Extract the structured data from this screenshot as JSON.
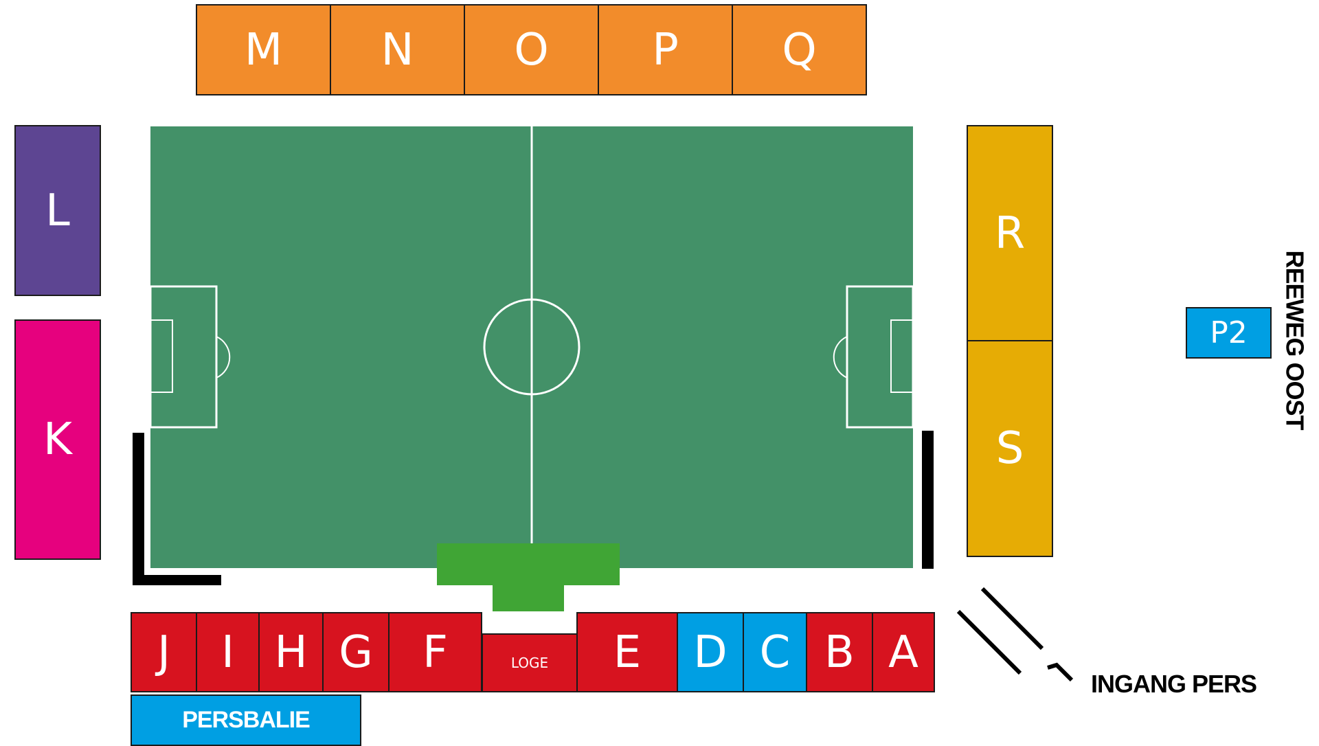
{
  "colors": {
    "north": "#f28c2b",
    "west_l": "#5d4592",
    "west_k": "#e6017e",
    "east": "#e6ac05",
    "main": "#d7131f",
    "press": "#009fe3",
    "pitch": "#439168",
    "bench": "#40a535",
    "lines": "#ffffff"
  },
  "stands": {
    "north": [
      "M",
      "N",
      "O",
      "P",
      "Q"
    ],
    "west_top": "L",
    "west_bottom": "K",
    "east_top": "R",
    "east_bottom": "S",
    "main": {
      "left": [
        "J",
        "I",
        "H",
        "G",
        "F"
      ],
      "loge": "LOGE",
      "right": [
        "E",
        "D",
        "C",
        "B",
        "A"
      ],
      "press_sections": [
        "D",
        "C"
      ]
    }
  },
  "parking": "P2",
  "press_desk": "PERSBALIE",
  "road": "REEWEG OOST",
  "press_entrance": "INGANG PERS"
}
